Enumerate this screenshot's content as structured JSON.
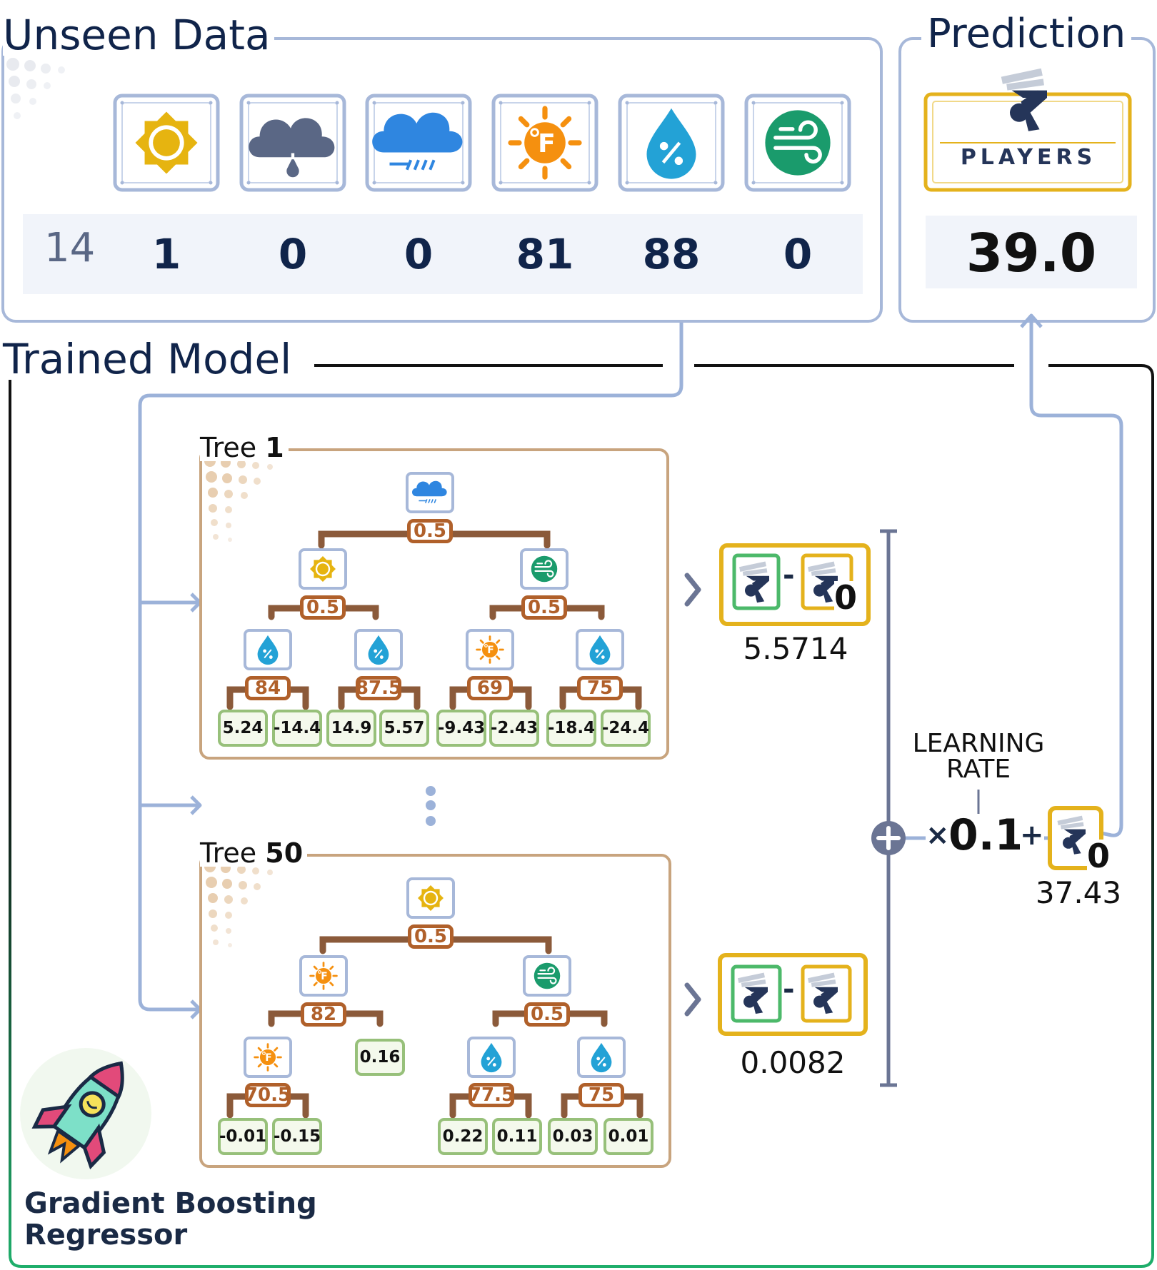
{
  "unseen": {
    "title": "Unseen Data",
    "row_id": "14",
    "features": [
      {
        "icon": "sunny-icon",
        "value": "1",
        "color": "#e6b410"
      },
      {
        "icon": "overcast-icon",
        "value": "0",
        "color": "#5a6785"
      },
      {
        "icon": "rainy-icon",
        "value": "0",
        "color": "#2f86e0"
      },
      {
        "icon": "temperature-icon",
        "value": "81",
        "color": "#f5900f"
      },
      {
        "icon": "humidity-icon",
        "value": "88",
        "color": "#23a2d6"
      },
      {
        "icon": "wind-icon",
        "value": "0",
        "color": "#1a9b6c"
      }
    ]
  },
  "prediction": {
    "title": "Prediction",
    "target_label": "PLAYERS",
    "target_icon": "players-icon",
    "value": "39.0"
  },
  "model": {
    "title": "Trained Model",
    "name_line1": "Gradient Boosting",
    "name_line2": "Regressor",
    "logo_icon": "rocket-icon",
    "ellipsis_icon": "vertical-ellipsis-icon",
    "trees": [
      {
        "label": "Tree",
        "number": "1",
        "root": {
          "icon": "rainy-icon",
          "threshold": "0.5"
        },
        "level1": [
          {
            "icon": "sunny-icon",
            "threshold": "0.5"
          },
          {
            "icon": "wind-icon",
            "threshold": "0.5"
          }
        ],
        "level2": [
          {
            "icon": "humidity-icon",
            "threshold": "84"
          },
          {
            "icon": "humidity-icon",
            "threshold": "87.5"
          },
          {
            "icon": "temperature-icon",
            "threshold": "69"
          },
          {
            "icon": "humidity-icon",
            "threshold": "75"
          }
        ],
        "leaves": [
          "5.24",
          "-14.4",
          "14.9",
          "5.57",
          "-9.43",
          "-2.43",
          "-18.4",
          "-24.4"
        ],
        "output": "5.5714",
        "residual_second_term": "0"
      },
      {
        "label": "Tree",
        "number": "50",
        "root": {
          "icon": "sunny-icon",
          "threshold": "0.5"
        },
        "level1": [
          {
            "icon": "temperature-icon",
            "threshold": "82"
          },
          {
            "icon": "wind-icon",
            "threshold": "0.5"
          }
        ],
        "left_leaf": "0.16",
        "level2": [
          {
            "icon": "temperature-icon",
            "threshold": "70.5"
          },
          {
            "icon": "humidity-icon",
            "threshold": "77.5"
          },
          {
            "icon": "humidity-icon",
            "threshold": "75"
          }
        ],
        "leaves": [
          "-0.01",
          "-0.15",
          "0.22",
          "0.11",
          "0.03",
          "0.01"
        ],
        "output": "0.0082"
      }
    ],
    "learning_rate_label_line1": "LEARNING",
    "learning_rate_label_line2": "RATE",
    "times_sign": "×",
    "learning_rate": "0.1",
    "plus_sign": "+",
    "minus_sign": "-",
    "initial_subscript": "0",
    "initial_value": "37.43"
  },
  "colors": {
    "frame": "#a7b8d9",
    "connector": "#9cb2d9",
    "tree_border": "#c8a47e",
    "branch": "#8b5a3a",
    "threshold": "#b0602a",
    "leaf_border": "#97c07a",
    "leaf_fill": "#f4f9ec",
    "gold": "#e4b21c",
    "green_frame": "#4cb96a",
    "summation": "#6b7594"
  }
}
